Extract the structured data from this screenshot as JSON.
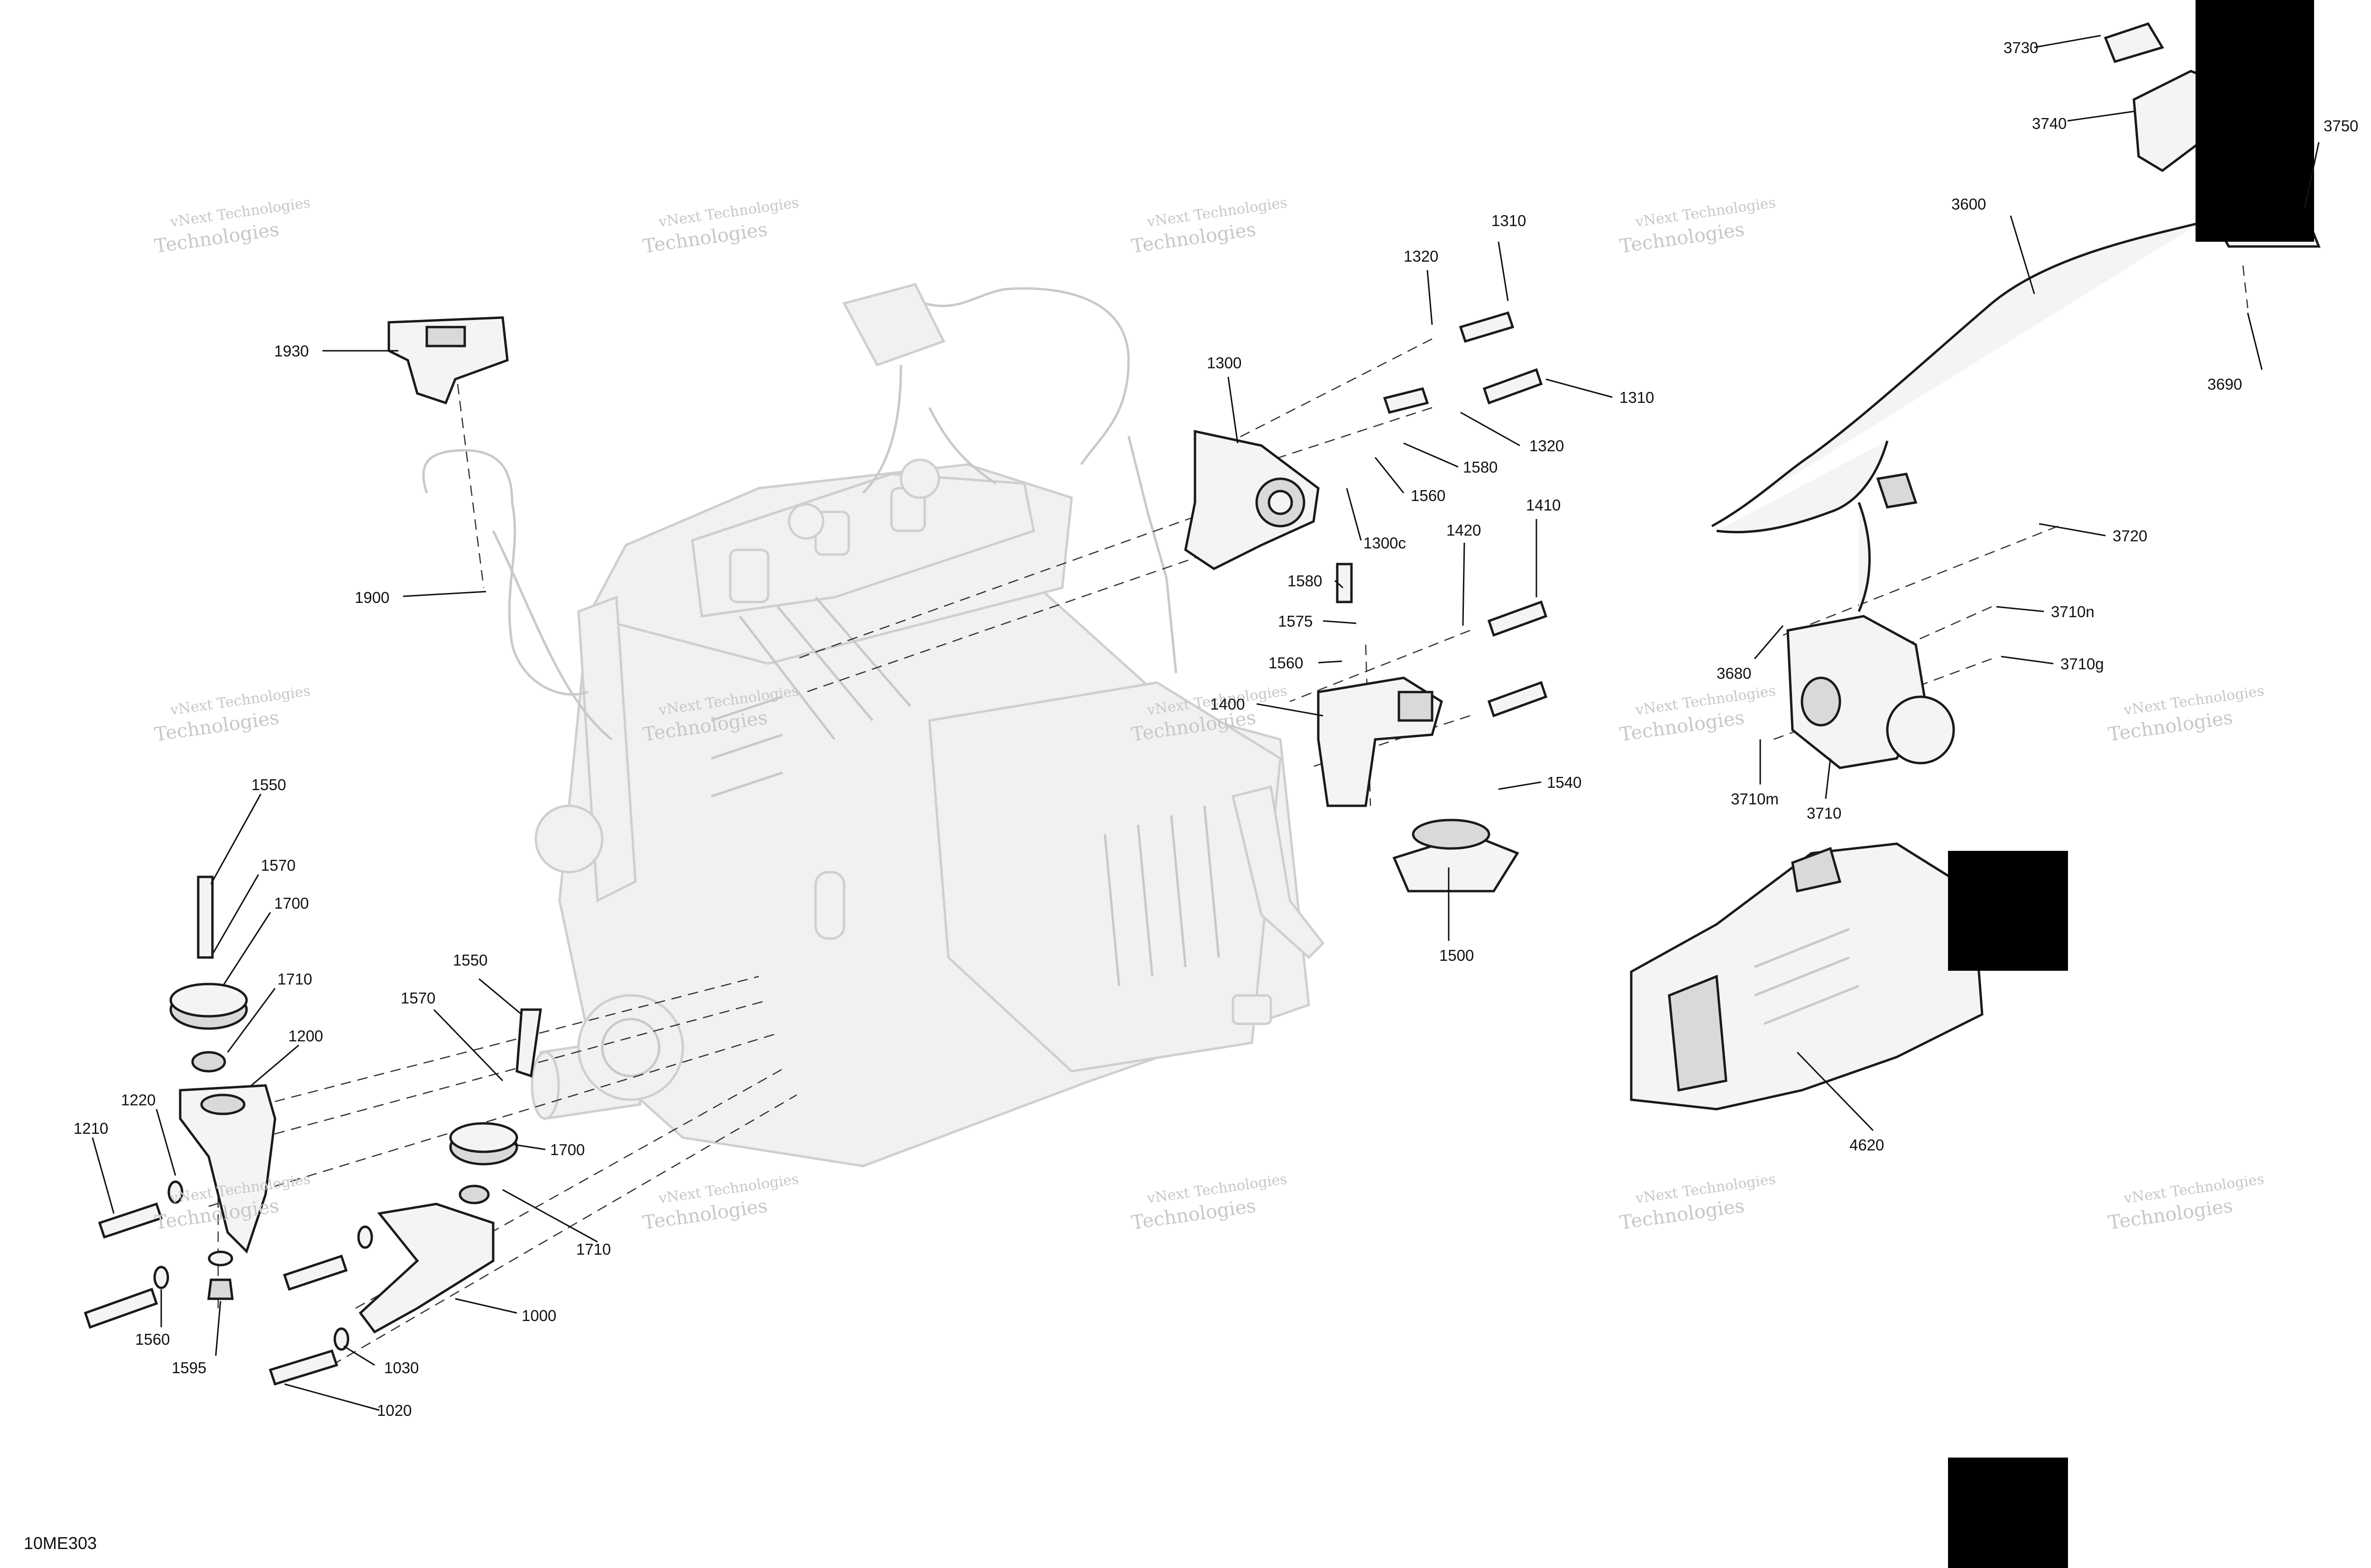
{
  "diagram": {
    "code": "10ME303",
    "watermark_line1": "vNext Technologies",
    "watermark_line2": "Technologies",
    "callouts": [
      "3730",
      "3740",
      "3750",
      "3600",
      "3690",
      "1310",
      "1320",
      "1310",
      "1320",
      "1300",
      "1580",
      "1560",
      "1300c",
      "1930",
      "1900",
      "1410",
      "1420",
      "1580",
      "1575",
      "1560",
      "1400",
      "1540",
      "1500",
      "3720",
      "3710n",
      "3680",
      "3710g",
      "3710m",
      "3710",
      "4620",
      "1550",
      "1570",
      "1700",
      "1710",
      "1200",
      "1220",
      "1210",
      "1550",
      "1570",
      "1700",
      "1710",
      "1000",
      "1560",
      "1595",
      "1030",
      "1020"
    ]
  }
}
